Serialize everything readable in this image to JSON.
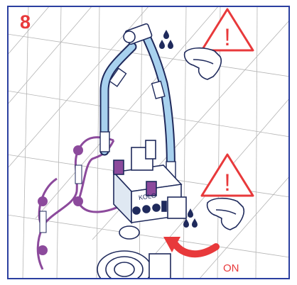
{
  "step": {
    "number": "8"
  },
  "labels": {
    "on": "ON",
    "brand": "KOLO",
    "exclamation": "!"
  },
  "colors": {
    "accent": "#e8393b",
    "line_art": "#1f2a5c",
    "hose_tint": "#a8d1ee",
    "wire": "#8c4a9c",
    "tile_lines": "#b5b5b5"
  },
  "icons": [
    "warning-triangle-icon",
    "water-drops-icon",
    "hand-icon",
    "rotation-arrow-icon"
  ]
}
